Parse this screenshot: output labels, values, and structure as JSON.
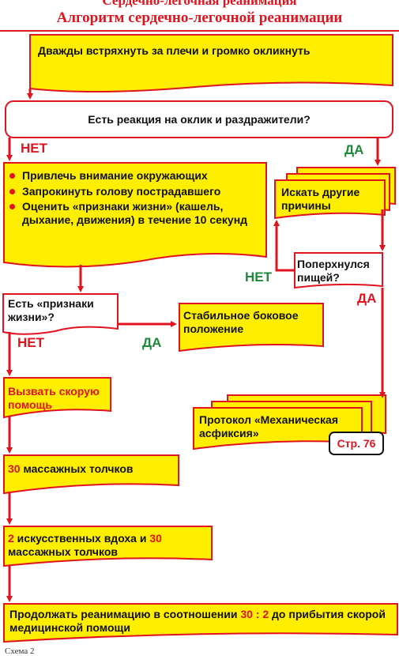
{
  "header": {
    "title": "Сердечно-легочная реанимация",
    "subtitle": "Алгоритм сердечно-легочной реанимации"
  },
  "steps": {
    "shake": "Дважды встряхнуть за плечи и громко окликнуть",
    "reaction_question": "Есть реакция на оклик и раздражители?",
    "no1": "НЕТ",
    "yes1": "ДА",
    "bullets": [
      "Привлечь внимание окружающих",
      "Запрокинуть голову пострадавшего",
      "Оценить «признаки жизни» (кашель, дыхание, движения) в течение 10 секунд"
    ],
    "other_causes": "Искать другие причины",
    "choked_question": "Поперхнулся пищей?",
    "no2": "НЕТ",
    "yes2": "ДА",
    "signs_question": "Есть «признаки жизни»?",
    "no3": "НЕТ",
    "yes3": "ДА",
    "stable_position": "Стабильное боковое положение",
    "call_ambulance": "Вызвать скорую помощь",
    "protocol": "Протокол «Механическая асфиксия»",
    "page_ref": "Стр. 76",
    "compressions_num": "30",
    "compressions_text": " массажных толчков",
    "breaths_num1": "2",
    "breaths_text1": " искусственных вдоха и ",
    "breaths_num2": "30",
    "breaths_text2": " массажных толчков",
    "continue_text1": "Продолжать реанимацию в соотношении ",
    "continue_ratio": "30 : 2",
    "continue_text2": " до прибытия скорой медицинской помощи"
  },
  "footer": "Схема 2",
  "colors": {
    "box_fill": "#ffee00",
    "line": "#e0141e",
    "yes_label": "#1f8a3a",
    "no_label": "#e0141e"
  }
}
